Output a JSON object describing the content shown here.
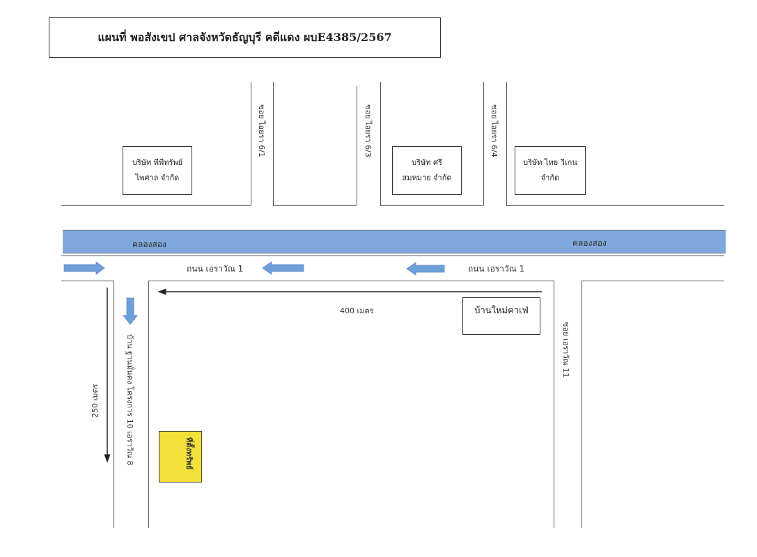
{
  "title": "แผนที่ พอสังเขป ศาลจังหวัดธัญบุรี  คดีแดง  ผบE4385/2567",
  "buildings": [
    {
      "line1": "บริษัท พีพีทรัพย์",
      "line2": "ไพศาล จำกัด"
    },
    {
      "line1": "บริษัท ศรี",
      "line2": "สมหมาย จำกัด"
    },
    {
      "line1": "บริษัท ไทย วีเกน",
      "line2": "จำกัด"
    }
  ],
  "sois": [
    "ซอย ไอยรา 6/1",
    "ซอย ไอยรา 6/3",
    "ซอย ไอยรา 6/4"
  ],
  "canal_label": "คลองสอง",
  "road_label": "ถนน เอราวัณ 1",
  "landmark": "บ้านใหม่คาเฟ่",
  "distance_horizontal": "400 เมตร",
  "distance_vertical": "250 เมตร",
  "side_road": "บ้าน ฐานมั่นคง โครงการ 10 เอราวัณ 8",
  "soi_erawan": "ซอย เอราวัณ 11",
  "property_label": "ที่ตั้งทรัพย์",
  "colors": {
    "canal": "#7fa8dc",
    "arrow": "#6f9fd8",
    "property": "#f4e23a"
  }
}
